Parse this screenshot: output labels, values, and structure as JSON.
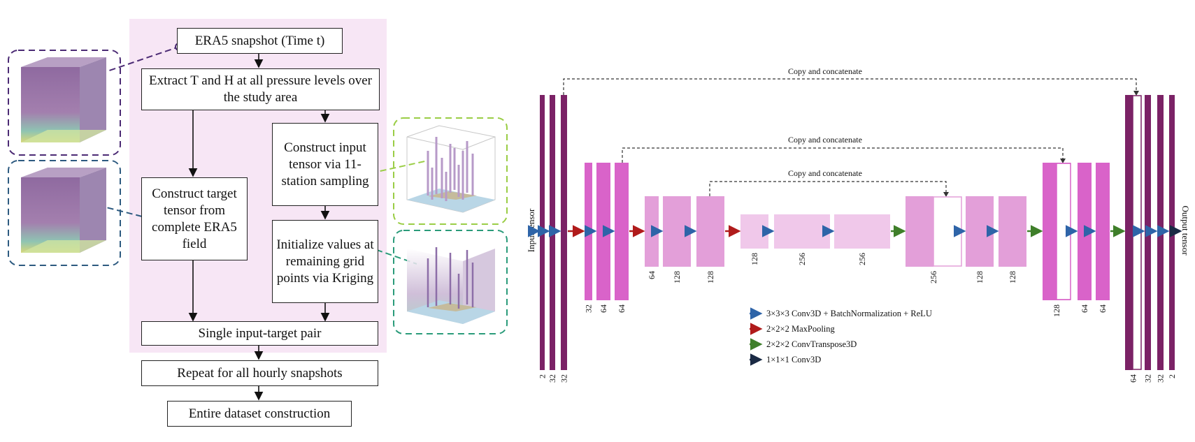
{
  "flowchart": {
    "era5_snapshot": "ERA5 snapshot (Time t)",
    "extract": "Extract T and H at all pressure levels over the study area",
    "construct_input": "Construct input tensor via 11-station sampling",
    "construct_target": "Construct target tensor from complete ERA5 field",
    "initialize": "Initialize values at remaining grid points via Kriging",
    "single_pair": "Single input-target pair",
    "repeat": "Repeat for all hourly snapshots",
    "entire": "Entire dataset construction"
  },
  "unet": {
    "input_label": "Input tensor",
    "output_label": "Output tensor",
    "skip_label": "Copy and concatenate",
    "colors": {
      "dark": "#7b2266",
      "mid": "#d963c9",
      "light": "#e39fd9",
      "lighter": "#f0c8ea",
      "arrow_conv": "#2e64a8",
      "arrow_pool": "#b01b1b",
      "arrow_up": "#3f7f2a",
      "arrow_final": "#1a2a44"
    },
    "blocks": [
      {
        "label": "2",
        "color": "dark"
      },
      {
        "label": "32",
        "color": "dark"
      },
      {
        "label": "32",
        "color": "dark"
      },
      {
        "label": "32",
        "color": "mid"
      },
      {
        "label": "64",
        "color": "mid"
      },
      {
        "label": "64",
        "color": "mid"
      },
      {
        "label": "64",
        "color": "light"
      },
      {
        "label": "128",
        "color": "light"
      },
      {
        "label": "128",
        "color": "light"
      },
      {
        "label": "128",
        "color": "lighter"
      },
      {
        "label": "256",
        "color": "lighter"
      },
      {
        "label": "256",
        "color": "lighter"
      },
      {
        "label": "256",
        "color": "light"
      },
      {
        "label": "128",
        "color": "light"
      },
      {
        "label": "128",
        "color": "light"
      },
      {
        "label": "128",
        "color": "mid"
      },
      {
        "label": "64",
        "color": "mid"
      },
      {
        "label": "64",
        "color": "mid"
      },
      {
        "label": "64",
        "color": "dark"
      },
      {
        "label": "32",
        "color": "dark"
      },
      {
        "label": "32",
        "color": "dark"
      },
      {
        "label": "2",
        "color": "dark"
      }
    ],
    "legend": [
      {
        "label": "3×3×3 Conv3D + BatchNormalization + ReLU",
        "color": "arrow_conv"
      },
      {
        "label": "2×2×2 MaxPooling",
        "color": "arrow_pool"
      },
      {
        "label": "2×2×2 ConvTranspose3D",
        "color": "arrow_up"
      },
      {
        "label": "1×1×1 Conv3D",
        "color": "arrow_final"
      }
    ]
  }
}
